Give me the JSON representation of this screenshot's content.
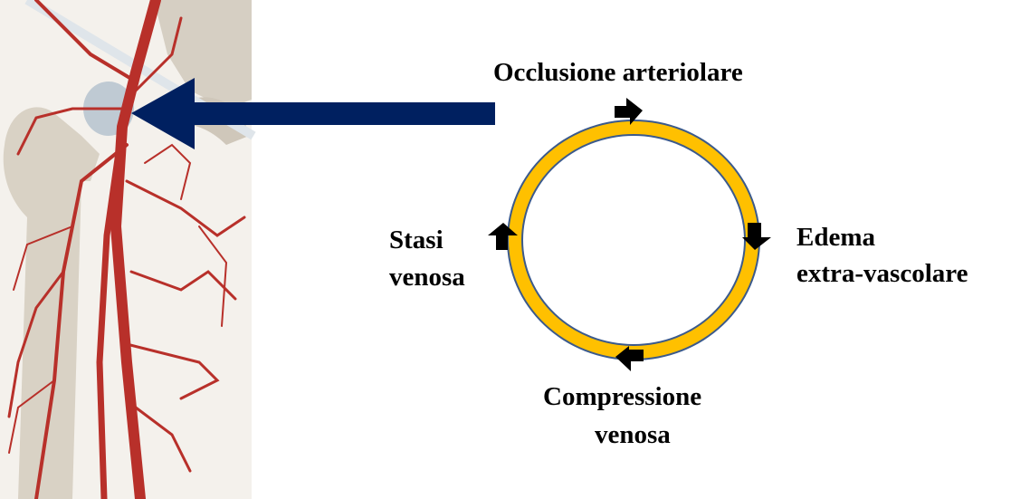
{
  "labels": {
    "top": "Occlusione arteriolare",
    "right_line1": "Edema",
    "right_line2": "extra-vascolare",
    "bottom_line1": "Compressione",
    "bottom_line2": "venosa",
    "left_line1": "Stasi",
    "left_line2": "venosa"
  },
  "colors": {
    "ring": "#FFC000",
    "ring_border": "#3B5A8C",
    "pointer_arrow": "#002060",
    "artery": "#B8302A",
    "bone": "#D9D2C5"
  },
  "icons": [
    "anatomy-illustration",
    "pointer-arrow",
    "cycle-ring",
    "cycle-arrow"
  ]
}
